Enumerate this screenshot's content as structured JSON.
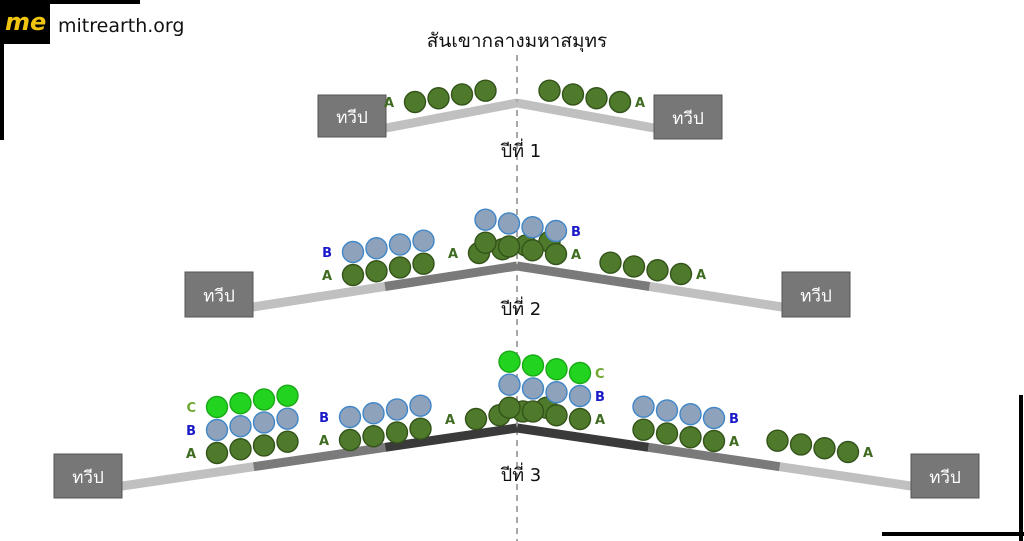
{
  "brand": {
    "logo": "me",
    "site": "mitrearth.org"
  },
  "title": "สันเขากลางมหาสมุทร",
  "island_label": "ทวีป",
  "layer_labels": {
    "A": "A",
    "B": "B",
    "C": "C"
  },
  "colors": {
    "A": "#4f7a2b",
    "A_stroke": "#33531a",
    "B": "#8ea2bc",
    "B_stroke": "#3f86c8",
    "C": "#22d41f",
    "C_stroke": "#1aa818",
    "A_text": "#3f6b21",
    "B_text": "#1a1ac8",
    "C_text": "#6fa832",
    "island": "#777777",
    "oldest_seafloor": "#c0c0c0",
    "middle_seafloor": "#7a7a7a",
    "newest_seafloor": "#3a3a3a"
  },
  "stages": [
    {
      "label": "ปีที่ 1",
      "layers": [
        "A"
      ]
    },
    {
      "label": "ปีที่ 2",
      "layers": [
        "A",
        "B"
      ]
    },
    {
      "label": "ปีที่ 3",
      "layers": [
        "A",
        "B",
        "C"
      ]
    }
  ]
}
